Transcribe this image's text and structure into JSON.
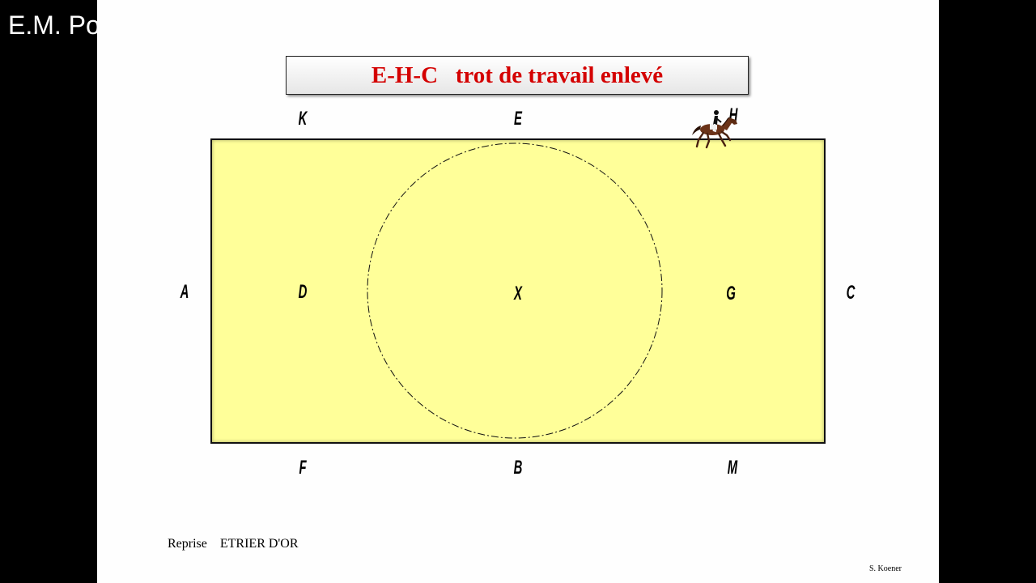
{
  "overlay_title": "E.M. Po",
  "title": "E-H-C   trot de travail enlevé",
  "arena_letters": {
    "K": "K",
    "E": "E",
    "H": "H",
    "A": "A",
    "D": "D",
    "X": "X",
    "G": "G",
    "C": "C",
    "F": "F",
    "B": "B",
    "M": "M"
  },
  "footer": {
    "reprise": "Reprise    ETRIER D'OR",
    "credit": "S. Koener"
  },
  "colors": {
    "arena_fill": "#ffff99",
    "title_text": "#d40000"
  },
  "icons": {
    "rider": "horse-rider-icon"
  }
}
